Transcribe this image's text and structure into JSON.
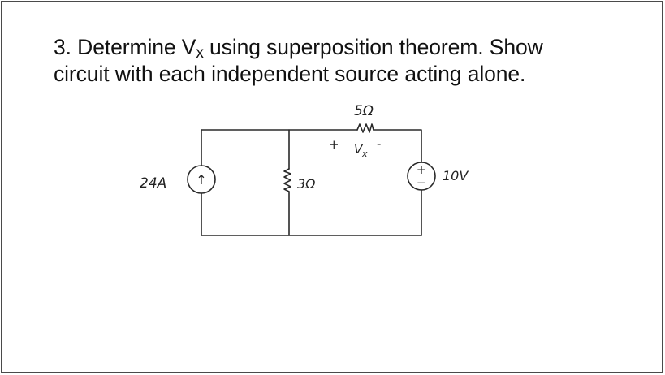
{
  "question": {
    "number": "3.",
    "text_before_v": "Determine V",
    "v_subscript": "x",
    "line1_rest": "using superposition theorem. Show",
    "line2": "circuit with each independent source acting alone."
  },
  "circuit": {
    "current_source": {
      "label": "24A",
      "arrow": "↑"
    },
    "resistor_shunt": {
      "label": "3Ω"
    },
    "resistor_series": {
      "label": "5Ω"
    },
    "voltage_source": {
      "label": "10V",
      "plus": "+",
      "minus": "−"
    },
    "vx": {
      "plus": "+",
      "minus": "-",
      "label": "V",
      "subscript": "x"
    }
  }
}
